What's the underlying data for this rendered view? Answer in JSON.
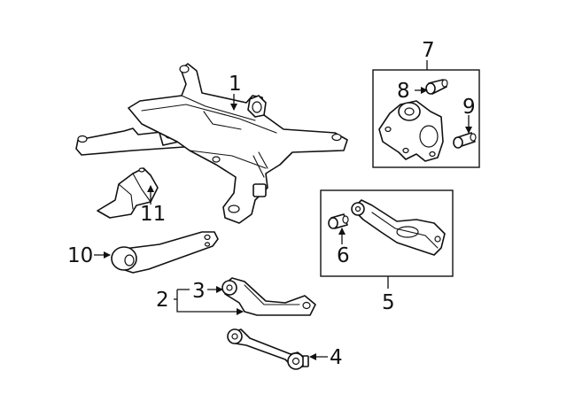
{
  "callouts": {
    "c1": "1",
    "c2": "2",
    "c3": "3",
    "c4": "4",
    "c5": "5",
    "c6": "6",
    "c7": "7",
    "c8": "8",
    "c9": "9",
    "c10": "10",
    "c11": "11"
  },
  "colors": {
    "line": "#111111",
    "background": "#ffffff"
  }
}
